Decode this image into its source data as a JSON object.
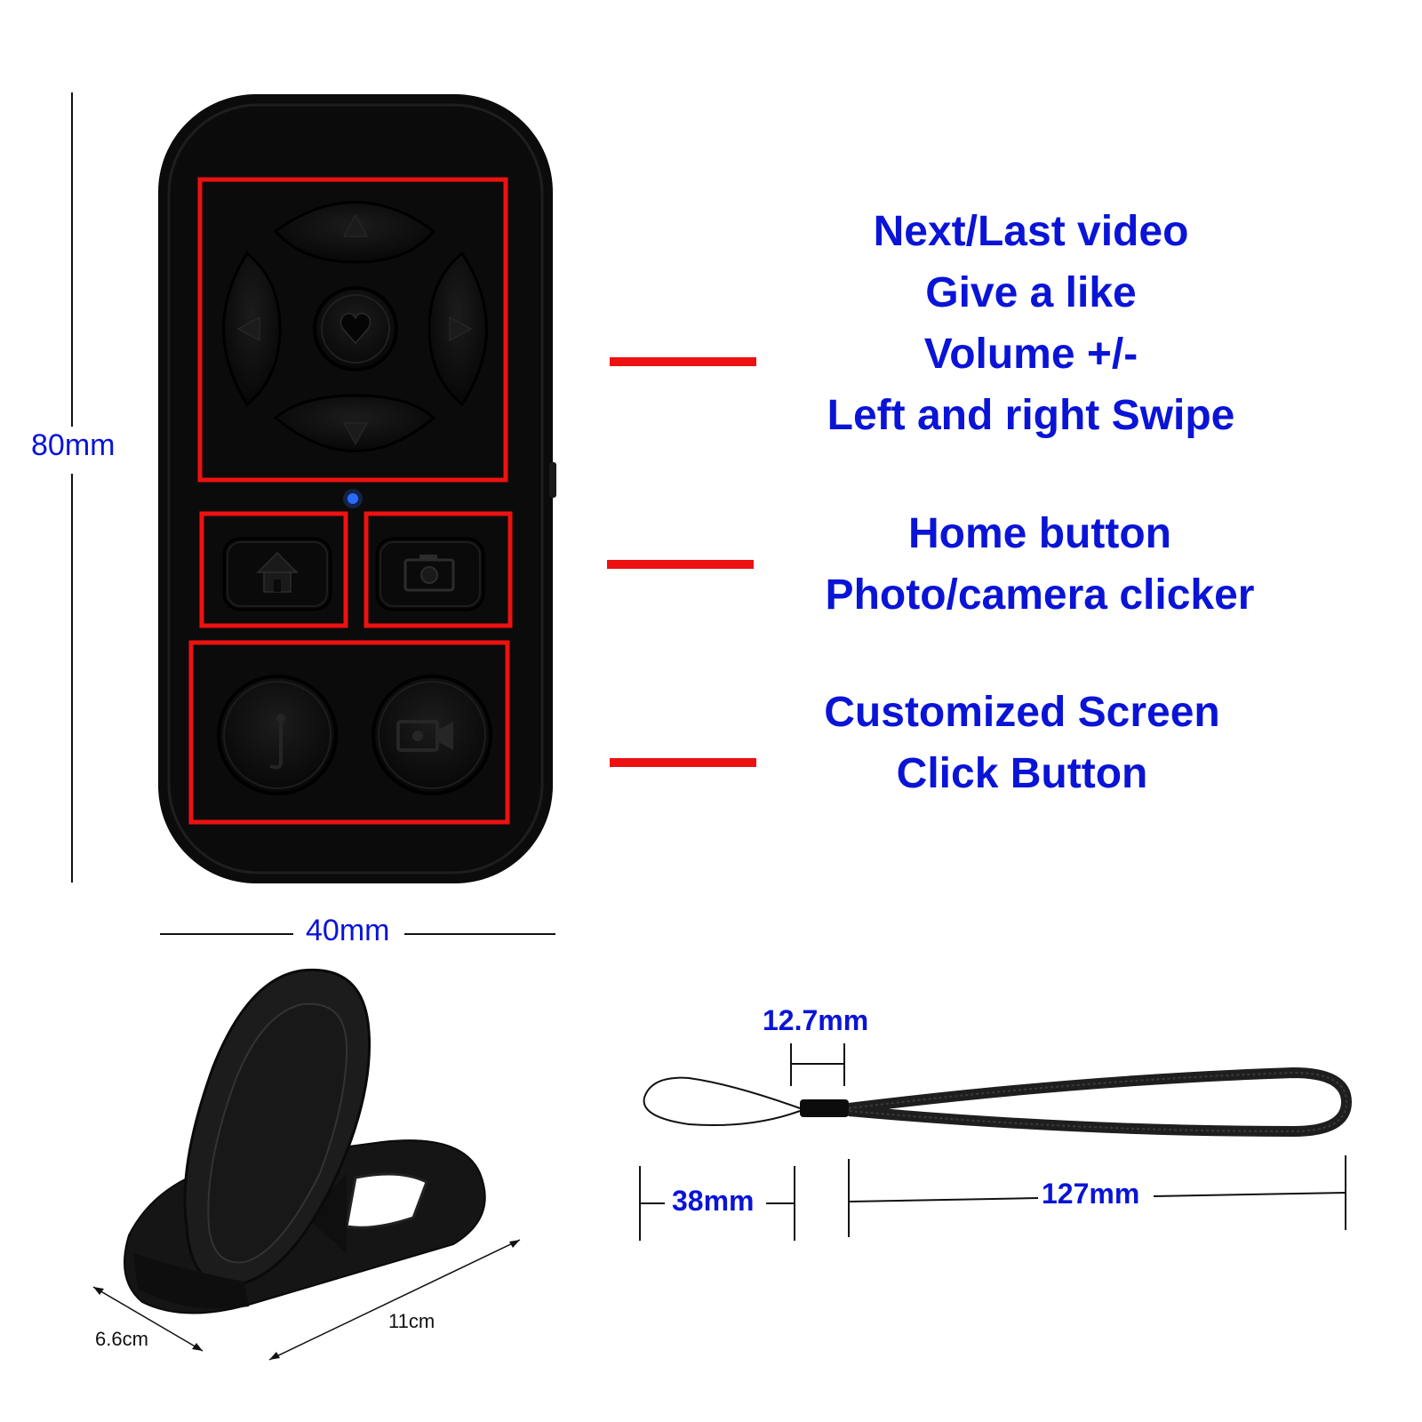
{
  "remote": {
    "height_label": "80mm",
    "width_label": "40mm"
  },
  "features": [
    {
      "lines": [
        "Next/Last video",
        "Give a like",
        "Volume +/-",
        "Left and right Swipe"
      ]
    },
    {
      "lines": [
        "Home button",
        "Photo/camera clicker"
      ]
    },
    {
      "lines": [
        "Customized Screen",
        "Click Button"
      ]
    }
  ],
  "stand": {
    "width_label": "6.6cm",
    "length_label": "11cm"
  },
  "lanyard": {
    "clip_label": "12.7mm",
    "loop_label": "38mm",
    "strap_label": "127mm"
  },
  "colors": {
    "label_blue": "#0a14d6",
    "highlight_red": "#ee1111",
    "device_black": "#0b0b0b",
    "led_blue": "#2a6bff"
  }
}
